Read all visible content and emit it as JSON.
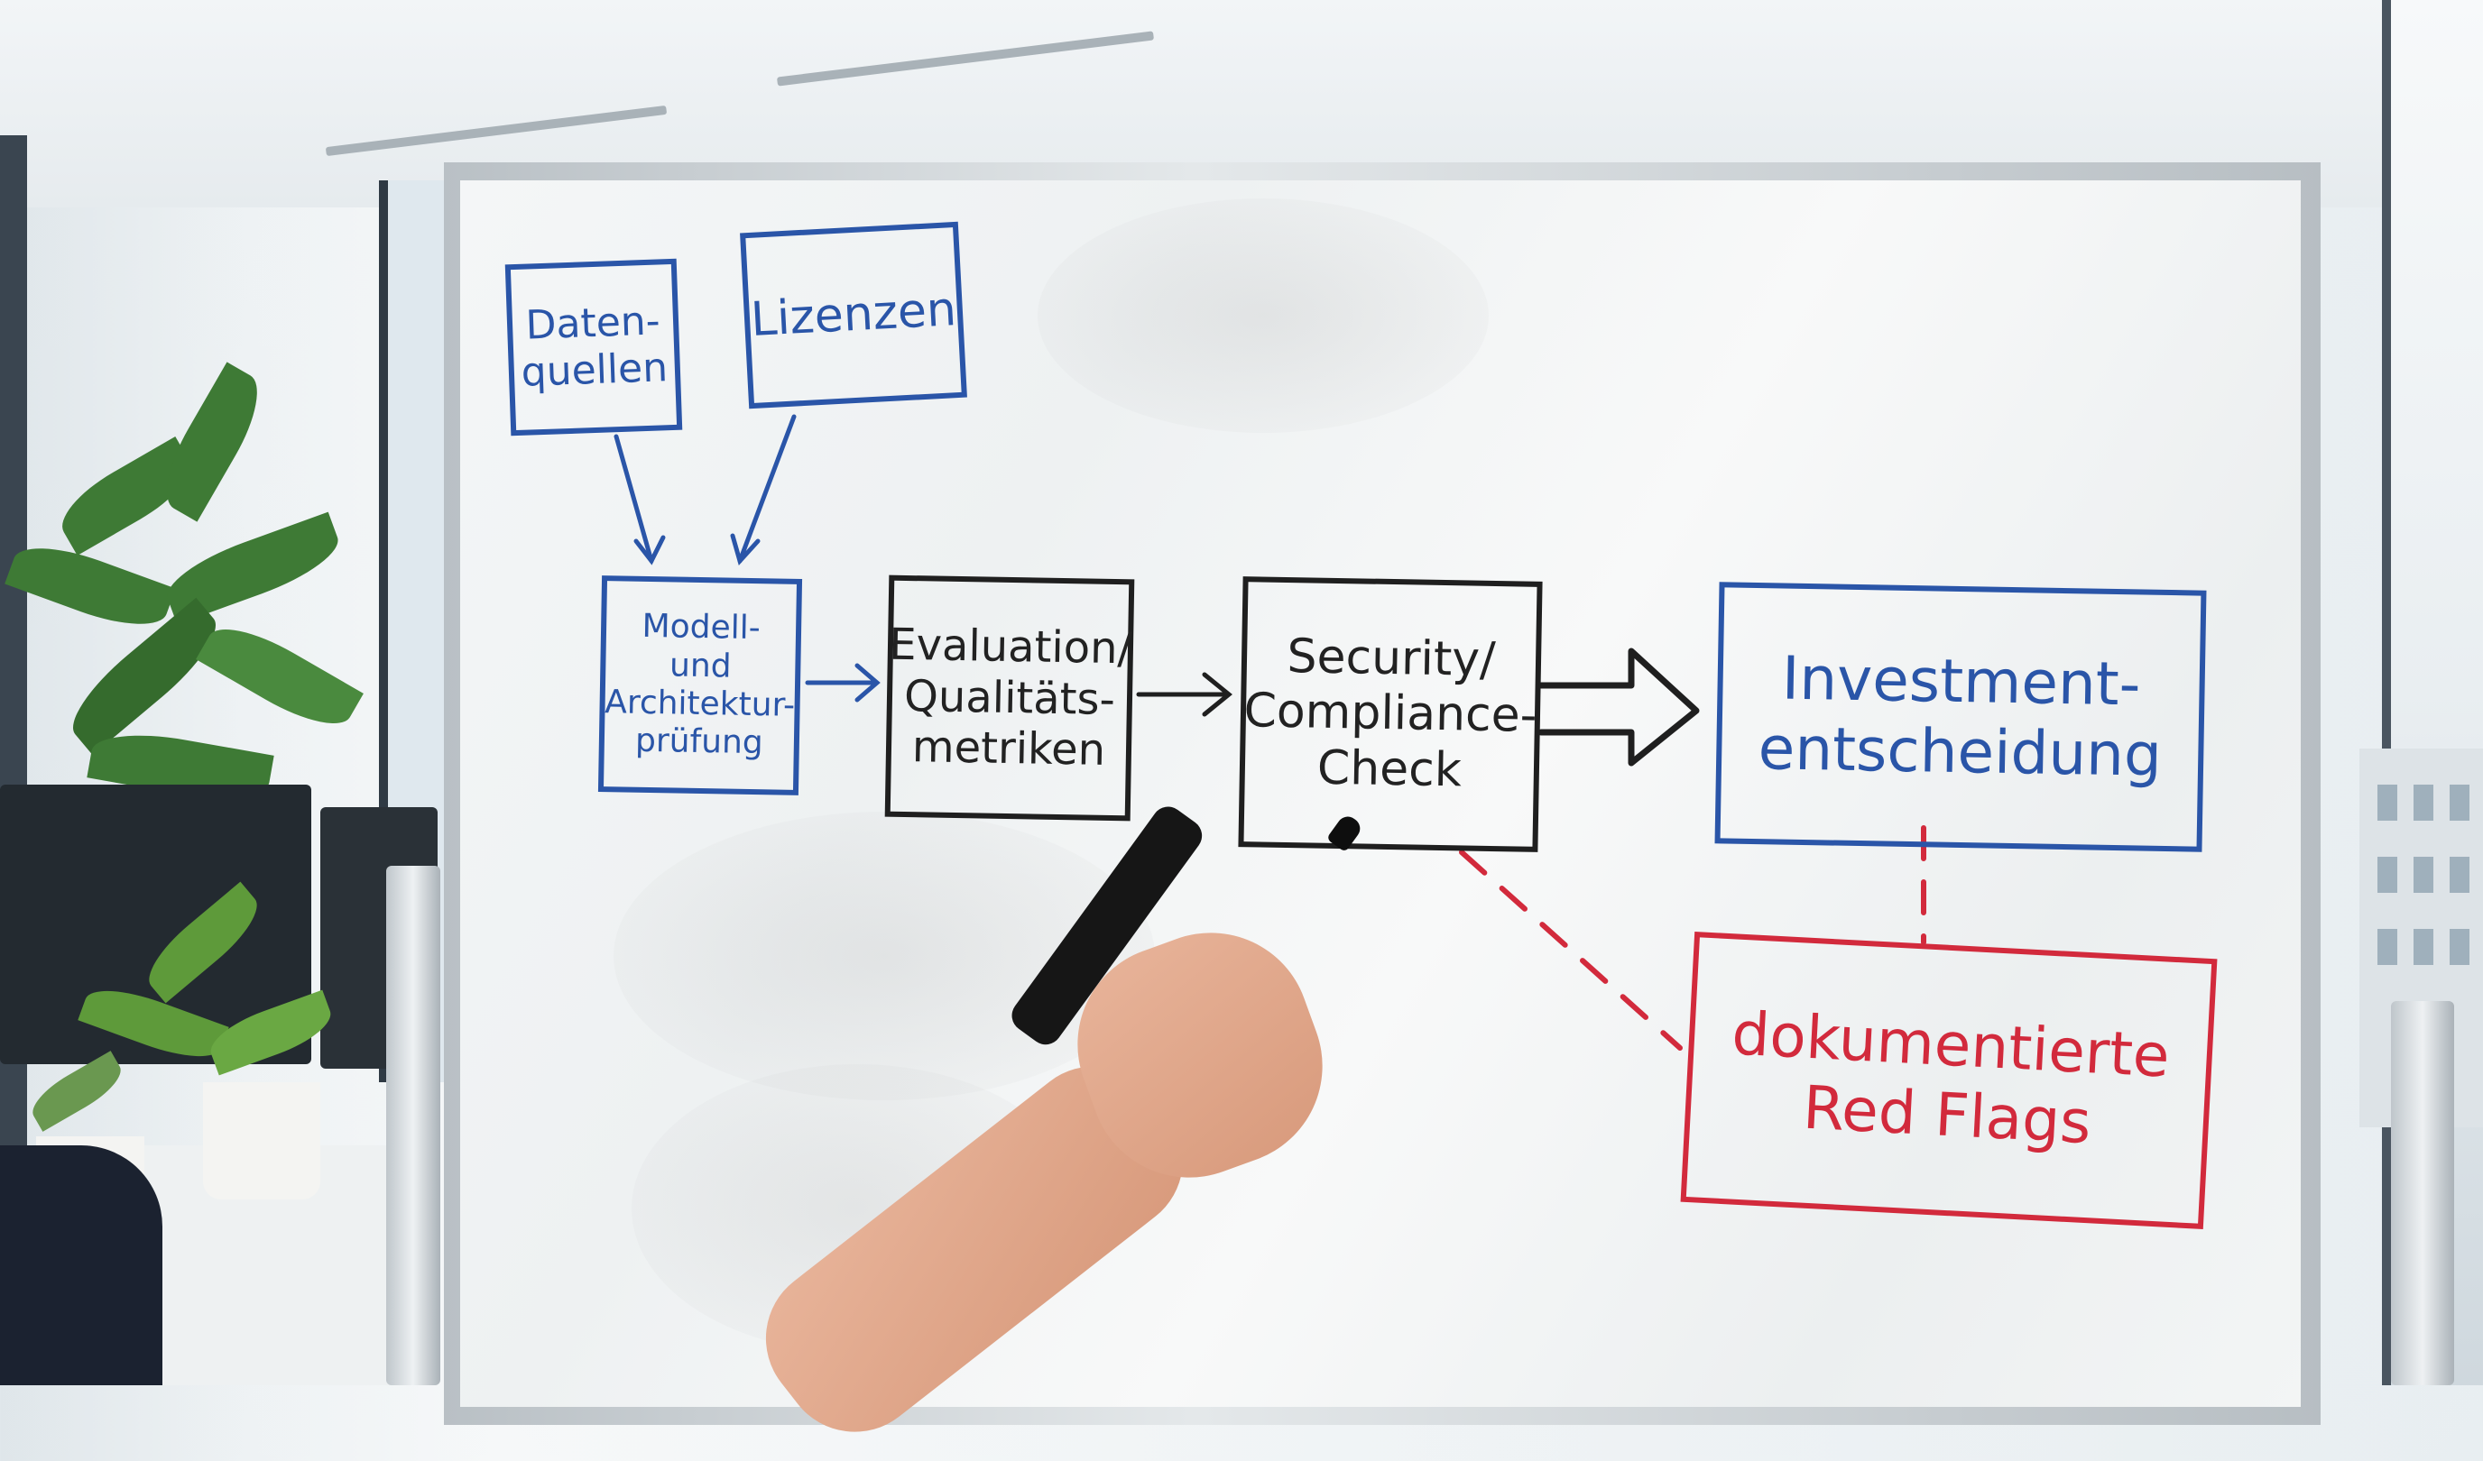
{
  "scene": {
    "description": "Hand pointing a black marker at a hand-drawn flowchart on an office whiteboard",
    "colors": {
      "blue_marker": "#2a55a8",
      "black_marker": "#1f1f1f",
      "red_marker": "#d22a3c",
      "board": "#f2f4f5"
    }
  },
  "diagram": {
    "nodes": [
      {
        "id": "datenquellen",
        "label": "Daten-\nquellen",
        "color": "blue"
      },
      {
        "id": "lizenzen",
        "label": "Lizenzen",
        "color": "blue"
      },
      {
        "id": "modellpruefung",
        "label": "Modell- und\nArchitektur-\nprüfung",
        "color": "blue"
      },
      {
        "id": "evaluation",
        "label": "Evaluation/\nQualitäts-\nmetriken",
        "color": "black"
      },
      {
        "id": "security",
        "label": "Security/\nCompliance-\nCheck",
        "color": "black"
      },
      {
        "id": "investment",
        "label": "Investment-\nentscheidung",
        "color": "blue"
      },
      {
        "id": "redflags",
        "label": "dokumentierte\nRed Flags",
        "color": "red"
      }
    ],
    "edges": [
      {
        "from": "datenquellen",
        "to": "modellpruefung",
        "style": "solid-arrow",
        "color": "blue"
      },
      {
        "from": "lizenzen",
        "to": "modellpruefung",
        "style": "solid-arrow",
        "color": "blue"
      },
      {
        "from": "modellpruefung",
        "to": "evaluation",
        "style": "solid-arrow",
        "color": "blue"
      },
      {
        "from": "evaluation",
        "to": "security",
        "style": "solid-arrow",
        "color": "black"
      },
      {
        "from": "security",
        "to": "investment",
        "style": "block-arrow",
        "color": "black"
      },
      {
        "from": "security",
        "to": "redflags",
        "style": "dashed",
        "color": "red"
      },
      {
        "from": "investment",
        "to": "redflags",
        "style": "dashed",
        "color": "red"
      }
    ]
  }
}
